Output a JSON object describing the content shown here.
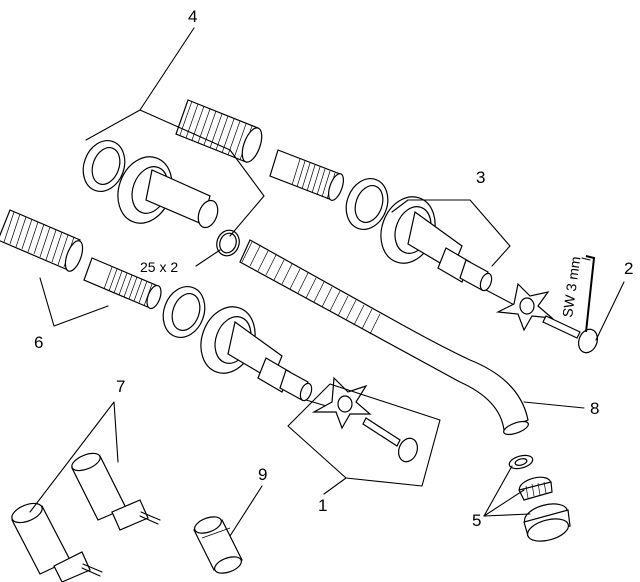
{
  "labels": {
    "l1": "1",
    "l2": "2",
    "l3": "3",
    "l4": "4",
    "l5": "5",
    "l6": "6",
    "l7": "7",
    "l8": "8",
    "l9": "9",
    "oring": "25 x 2",
    "wrench": "SW 3 mm"
  }
}
